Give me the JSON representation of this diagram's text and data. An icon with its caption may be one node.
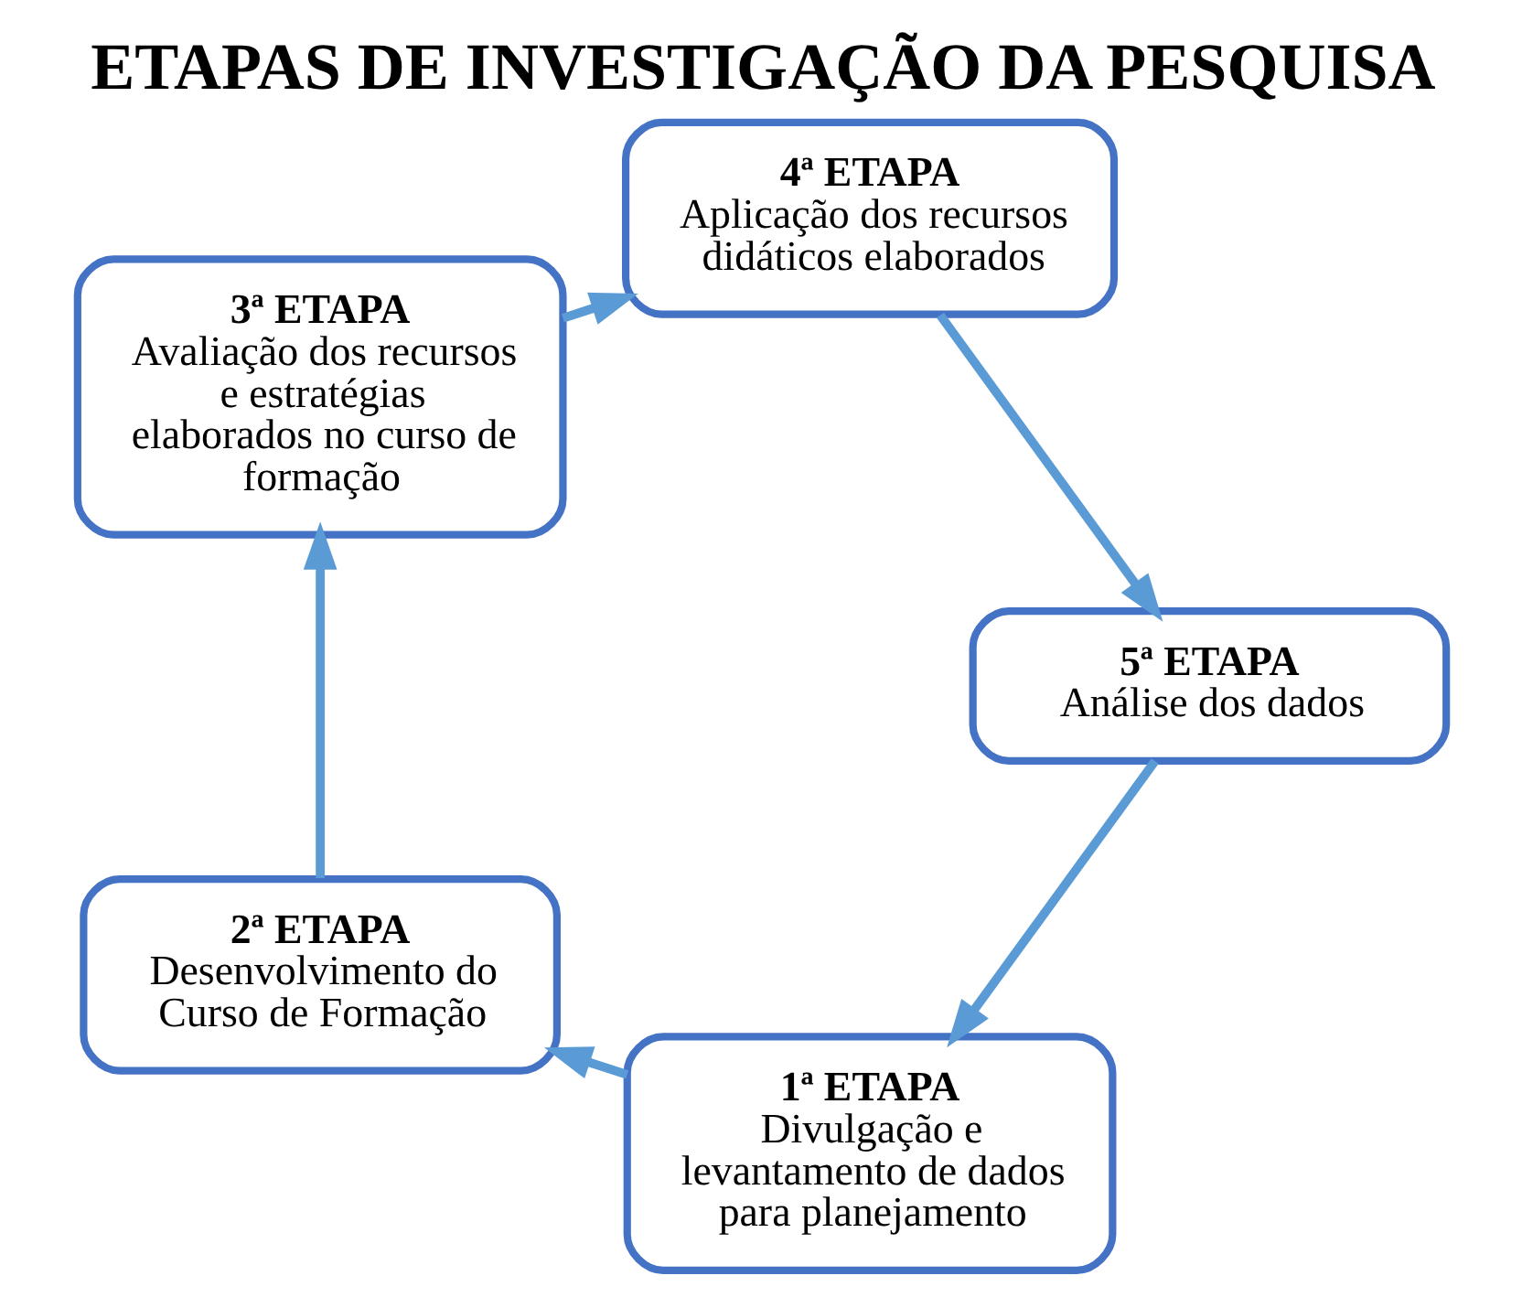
{
  "diagram": {
    "title": "ETAPAS DE INVESTIGAÇÃO DA PESQUISA",
    "nodes": [
      {
        "text": [
          "1ª ETAPA",
          "Divulgação e levantamento de dados para planejamento"
        ]
      },
      {
        "text": [
          "2ª ETAPA",
          "Desenvolvimento do Curso de Formação"
        ]
      },
      {
        "text": [
          "3ª ETAPA",
          "Avaliação dos recursos e estratégias elaborados no curso de formação"
        ]
      },
      {
        "text": [
          "4ª ETAPA",
          "Aplicação dos recursos didáticos elaborados"
        ]
      },
      {
        "text": [
          "5ª ETAPA",
          "Análise dos dados"
        ]
      }
    ],
    "edges": [
      {
        "from": 0,
        "to": 1,
        "arrow": "to"
      },
      {
        "from": 1,
        "to": 2,
        "arrow": "to"
      },
      {
        "from": 2,
        "to": 3,
        "arrow": "to"
      },
      {
        "from": 3,
        "to": 4,
        "arrow": "to"
      },
      {
        "from": 4,
        "to": 0,
        "arrow": "to"
      }
    ]
  }
}
